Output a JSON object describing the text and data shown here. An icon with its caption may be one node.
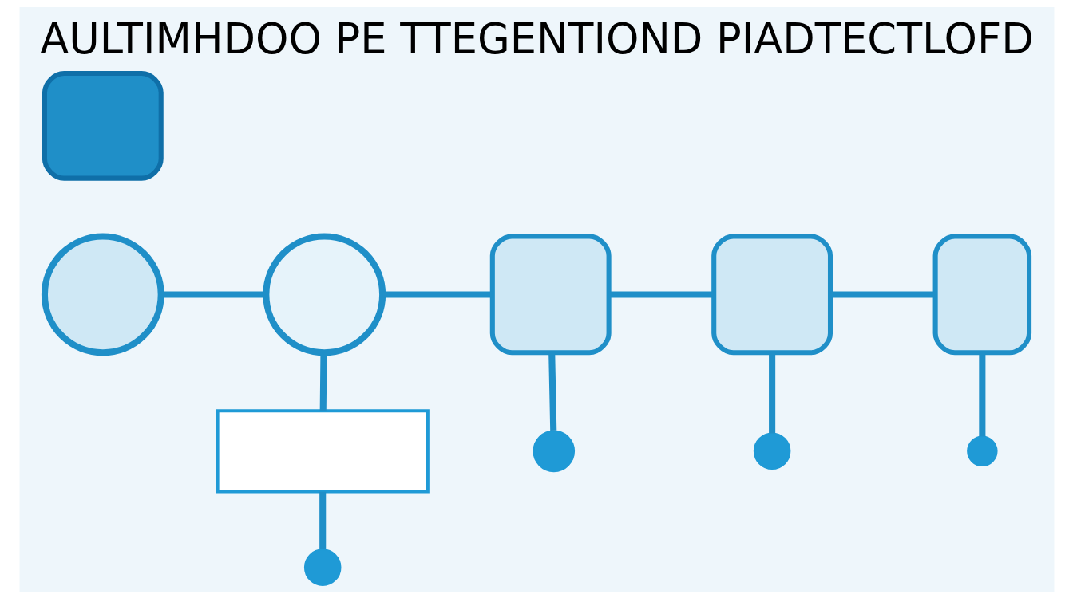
{
  "diagram": {
    "title": "AULTIMHDOO PE TTEGENTIOND PIADTECTLOFD",
    "nodes": [
      {
        "text": [],
        "shape": "circle"
      },
      {
        "text": [],
        "shape": "box"
      },
      {
        "text": [],
        "shape": "circle"
      },
      {
        "text": [],
        "shape": "box"
      },
      {
        "text": [],
        "shape": "box"
      },
      {
        "text": [],
        "shape": "box"
      },
      {
        "text": [],
        "shape": "circle"
      },
      {
        "text": [],
        "shape": "circle"
      },
      {
        "text": [],
        "shape": "circle"
      },
      {
        "text": [],
        "shape": "box"
      },
      {
        "text": [],
        "shape": "circle"
      }
    ],
    "edges": [
      {
        "from": 0,
        "to": 2,
        "arrow": "none"
      },
      {
        "from": 2,
        "to": 3,
        "arrow": "none"
      },
      {
        "from": 3,
        "to": 4,
        "arrow": "none"
      },
      {
        "from": 4,
        "to": 5,
        "arrow": "none"
      },
      {
        "from": 3,
        "to": 6,
        "arrow": "none"
      },
      {
        "from": 4,
        "to": 7,
        "arrow": "none"
      },
      {
        "from": 5,
        "to": 8,
        "arrow": "none"
      },
      {
        "from": 2,
        "to": 9,
        "arrow": "none"
      },
      {
        "from": 9,
        "to": 10,
        "arrow": "none"
      }
    ]
  }
}
